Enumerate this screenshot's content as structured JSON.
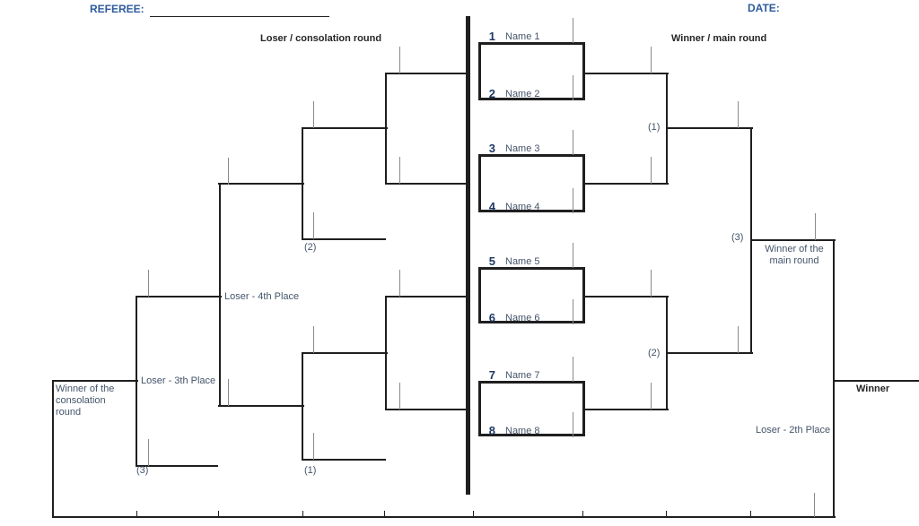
{
  "header": {
    "referee_label": "REFEREE:",
    "date_label": "DATE:"
  },
  "sections": {
    "consolation_title": "Loser / consolation round",
    "main_title": "Winner / main round"
  },
  "players": [
    {
      "seed": "1",
      "name": "Name 1"
    },
    {
      "seed": "2",
      "name": "Name 2"
    },
    {
      "seed": "3",
      "name": "Name 3"
    },
    {
      "seed": "4",
      "name": "Name 4"
    },
    {
      "seed": "5",
      "name": "Name 5"
    },
    {
      "seed": "6",
      "name": "Name 6"
    },
    {
      "seed": "7",
      "name": "Name 7"
    },
    {
      "seed": "8",
      "name": "Name 8"
    }
  ],
  "main_bracket": {
    "semi1_label": "(1)",
    "semi2_label": "(2)",
    "final_label": "(3)",
    "winner_label": "Winner of the main round"
  },
  "consolation_bracket": {
    "feed_semi2_label": "(2)",
    "feed_semi1_label": "(1)",
    "feed_final_label": "(3)",
    "fourth_place_label": "Loser - 4th Place",
    "third_place_label": "Loser - 3th Place",
    "winner_label": "Winner of the consolation round"
  },
  "final": {
    "winner_label": "Winner",
    "second_place_label": "Loser - 2th Place"
  },
  "colors": {
    "blue": "#2e5b9d",
    "navy": "#1f3864",
    "label": "#44546a",
    "dark": "#262626",
    "line": "#1f1f1f",
    "tick": "#8a8a8a"
  }
}
